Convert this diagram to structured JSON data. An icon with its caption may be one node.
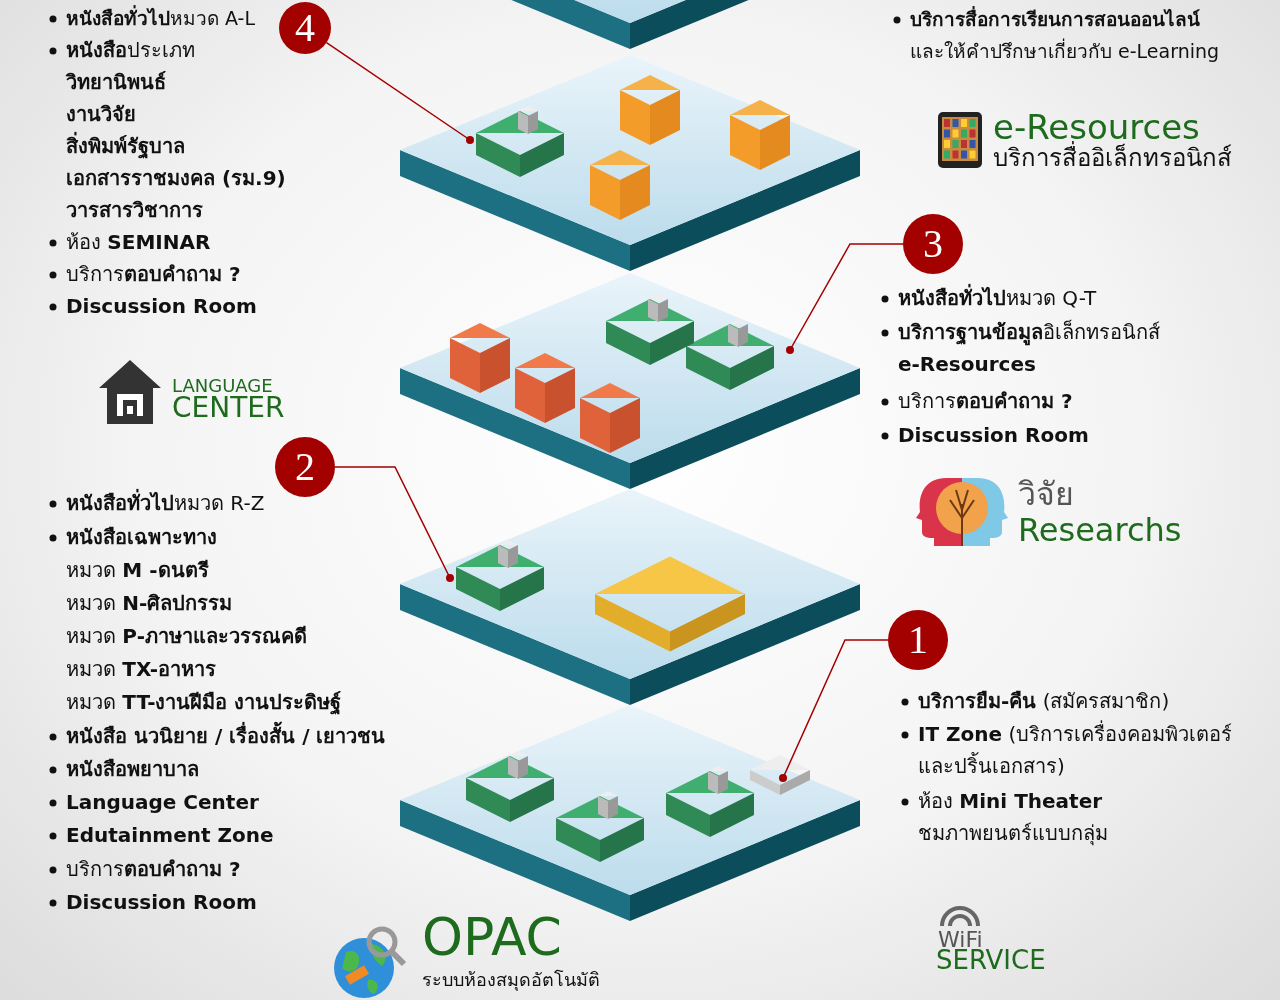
{
  "diagram": {
    "nodes": [
      {
        "text": [
          "4"
        ]
      },
      {
        "text": [],
        "shape": "picture"
      },
      {
        "text": [
          "3"
        ]
      },
      {
        "text": [],
        "shape": "picture"
      },
      {
        "text": [
          "2"
        ]
      },
      {
        "text": [],
        "shape": "picture"
      },
      {
        "text": [
          "1"
        ]
      },
      {
        "text": [],
        "shape": "picture"
      }
    ],
    "edges": [
      {
        "from": 0,
        "to": 1,
        "arrow": "other"
      },
      {
        "from": 2,
        "to": 3,
        "arrow": "other"
      },
      {
        "from": 4,
        "to": 5,
        "arrow": "other"
      },
      {
        "from": 6,
        "to": 7,
        "arrow": "other"
      }
    ],
    "labels": [
      "**หนังสือทั่วไป**หมวด A-L",
      "**หนังสือ**ประเภท",
      "วิทยานิพนธ์",
      "งานวิจัย",
      "สิ่งพิมพ์รัฐบาล",
      "เอกสารราชมงคล (รม.9)",
      "วารสารวิชาการ",
      "ห้อง **SEMINAR**",
      "บริการ**ตอบคำถาม ?**",
      "Discussion Room",
      "**บริการสื่อการเรียนการสอนออนไลน์** และให้คำปรึกษาเกี่ยวกับ e-Learning",
      "e-Resources",
      "บริการสื่ออิเล็กทรอนิกส์",
      "**หนังสือทั่วไป**หมวด Q-T",
      "**บริการฐานข้อมูล**อิเล็กทรอนิกส์ **e-Resources**",
      "บริการ**ตอบคำถาม ?**",
      "Discussion Room",
      "LANGUAGE",
      "CENTER",
      "วิจัย",
      "Researchs",
      "**หนังสือทั่วไป**หมวด R-Z",
      "หนังสือเฉพาะทาง",
      "หมวด **M -ดนตรี**",
      "หมวด **N-ศิลปกรรม**",
      "หมวด **P-ภาษาและวรรณคดี**",
      "หมวด **TX-อาหาร**",
      "หมวด **TT-งานฝีมือ งานประดิษฐ์**",
      "หนังสือ นวนิยาย / เรื่องสั้น / เยาวชน",
      "หนังสือพยาบาล",
      "Language Center",
      "Edutainment Zone",
      "บริการ**ตอบคำถาม ?**",
      "Discussion Room",
      "**บริการยืม-คืน** (สมัครสมาชิก)",
      "**IT Zone** (บริการเครื่องคอมพิวเตอร์ และปริ้นเอกสาร)",
      "ห้อง **Mini Theater** ชมภาพยนตร์แบบกลุ่ม",
      "OPAC",
      "ระบบห้องสมุดอัตโนมัติ",
      "WiFi",
      "SERVICE"
    ]
  }
}
